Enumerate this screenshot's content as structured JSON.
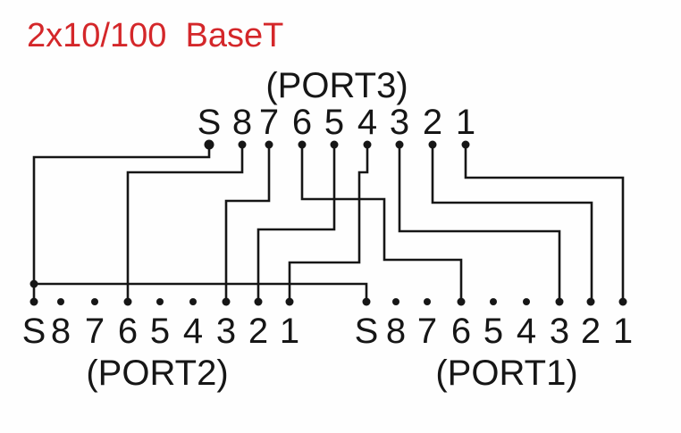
{
  "title": {
    "text": "2x10/100  BaseT",
    "color": "#d4272a"
  },
  "wire_color": "#161616",
  "dot_color": "#161616",
  "background_color": "#fefefe",
  "ports": [
    {
      "name": "PORT3",
      "label": "(PORT3)",
      "position": "top",
      "pins": [
        "S",
        "8",
        "7",
        "6",
        "5",
        "4",
        "3",
        "2",
        "1"
      ]
    },
    {
      "name": "PORT2",
      "label": "(PORT2)",
      "position": "bottom-left",
      "pins": [
        "S",
        "8",
        "7",
        "6",
        "5",
        "4",
        "3",
        "2",
        "1"
      ]
    },
    {
      "name": "PORT1",
      "label": "(PORT1)",
      "position": "bottom-right",
      "pins": [
        "S",
        "8",
        "7",
        "6",
        "5",
        "4",
        "3",
        "2",
        "1"
      ]
    }
  ],
  "connections": [
    {
      "from": "PORT3.S",
      "to": "PORT2.S"
    },
    {
      "from": "PORT2.S",
      "to": "PORT1.S"
    },
    {
      "from": "PORT3.8",
      "to": "PORT2.6"
    },
    {
      "from": "PORT3.7",
      "to": "PORT2.3"
    },
    {
      "from": "PORT3.6",
      "to": "PORT1.6"
    },
    {
      "from": "PORT3.5",
      "to": "PORT2.2"
    },
    {
      "from": "PORT3.4",
      "to": "PORT2.1"
    },
    {
      "from": "PORT3.3",
      "to": "PORT1.3"
    },
    {
      "from": "PORT3.2",
      "to": "PORT1.2"
    },
    {
      "from": "PORT3.1",
      "to": "PORT1.1"
    }
  ],
  "unconnected_pins": [
    "PORT2.8",
    "PORT2.7",
    "PORT2.5",
    "PORT2.4",
    "PORT1.8",
    "PORT1.7",
    "PORT1.5",
    "PORT1.4"
  ]
}
